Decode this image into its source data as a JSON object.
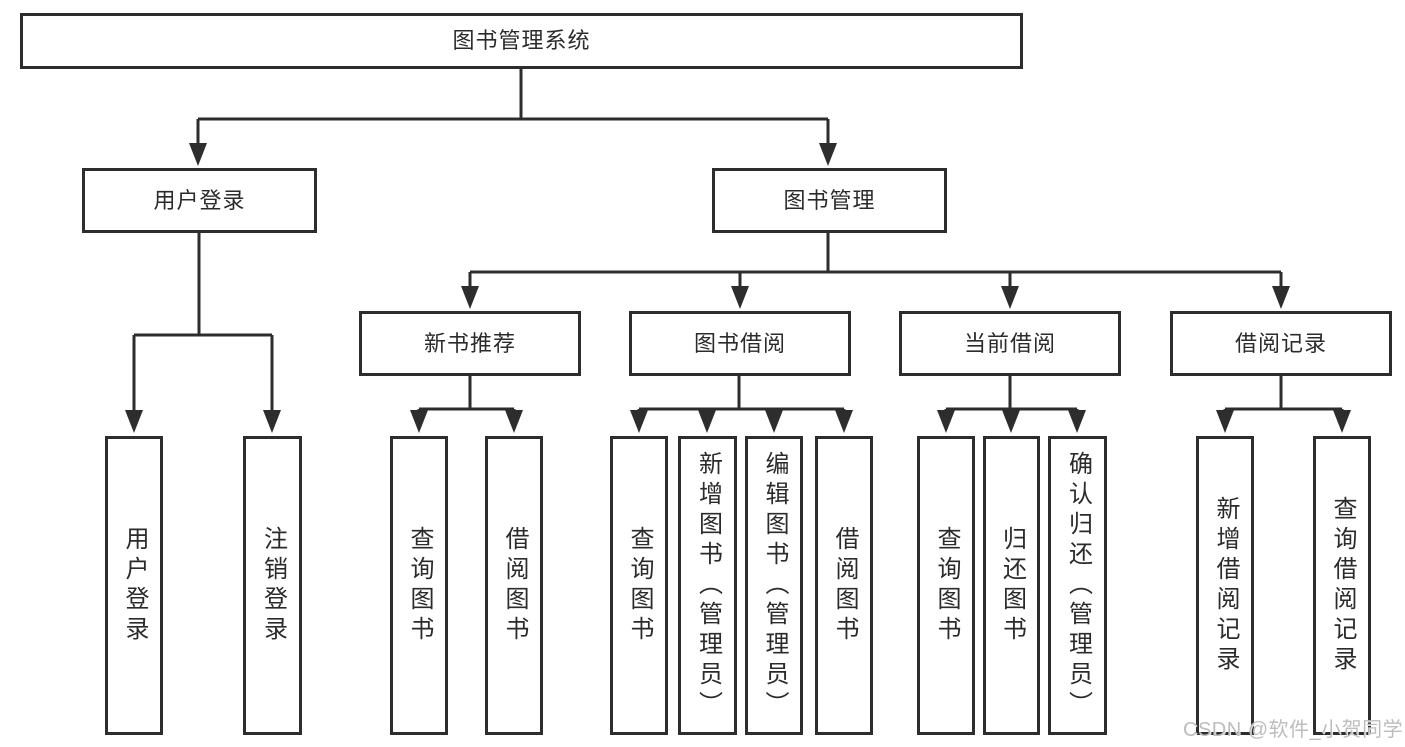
{
  "diagram": {
    "type": "hierarchy-chart",
    "background": "#ffffff",
    "line_color": "#2d2d2d",
    "text_color": "#2b2b2b"
  },
  "watermark": {
    "text": "CSDN @软件_小贺同学",
    "color": "#bdbdbd"
  },
  "nodes": {
    "root": {
      "label": "图书管理系统"
    },
    "level2": {
      "user_login_group": {
        "label": "用户登录"
      },
      "book_management_group": {
        "label": "图书管理"
      }
    },
    "level3": {
      "new_book_recommend": {
        "label": "新书推荐"
      },
      "book_borrowing": {
        "label": "图书借阅"
      },
      "current_borrowing": {
        "label": "当前借阅"
      },
      "borrowing_records": {
        "label": "借阅记录"
      }
    },
    "leaves": {
      "user_login": {
        "label": "用户登录"
      },
      "logout_login": {
        "label": "注销登录"
      },
      "recommend_query_books": {
        "label": "查询图书"
      },
      "recommend_borrow_books": {
        "label": "借阅图书"
      },
      "borrowing_query_books": {
        "label": "查询图书"
      },
      "borrowing_add_books": {
        "label": "新增图书（管理员）"
      },
      "borrowing_edit_books": {
        "label": "编辑图书（管理员）"
      },
      "borrowing_borrow_books": {
        "label": "借阅图书"
      },
      "current_query_books": {
        "label": "查询图书"
      },
      "current_return_books": {
        "label": "归还图书"
      },
      "current_confirm_return": {
        "label": "确认归还（管理员）"
      },
      "records_add_record": {
        "label": "新增借阅记录"
      },
      "records_query_record": {
        "label": "查询借阅记录"
      }
    }
  }
}
